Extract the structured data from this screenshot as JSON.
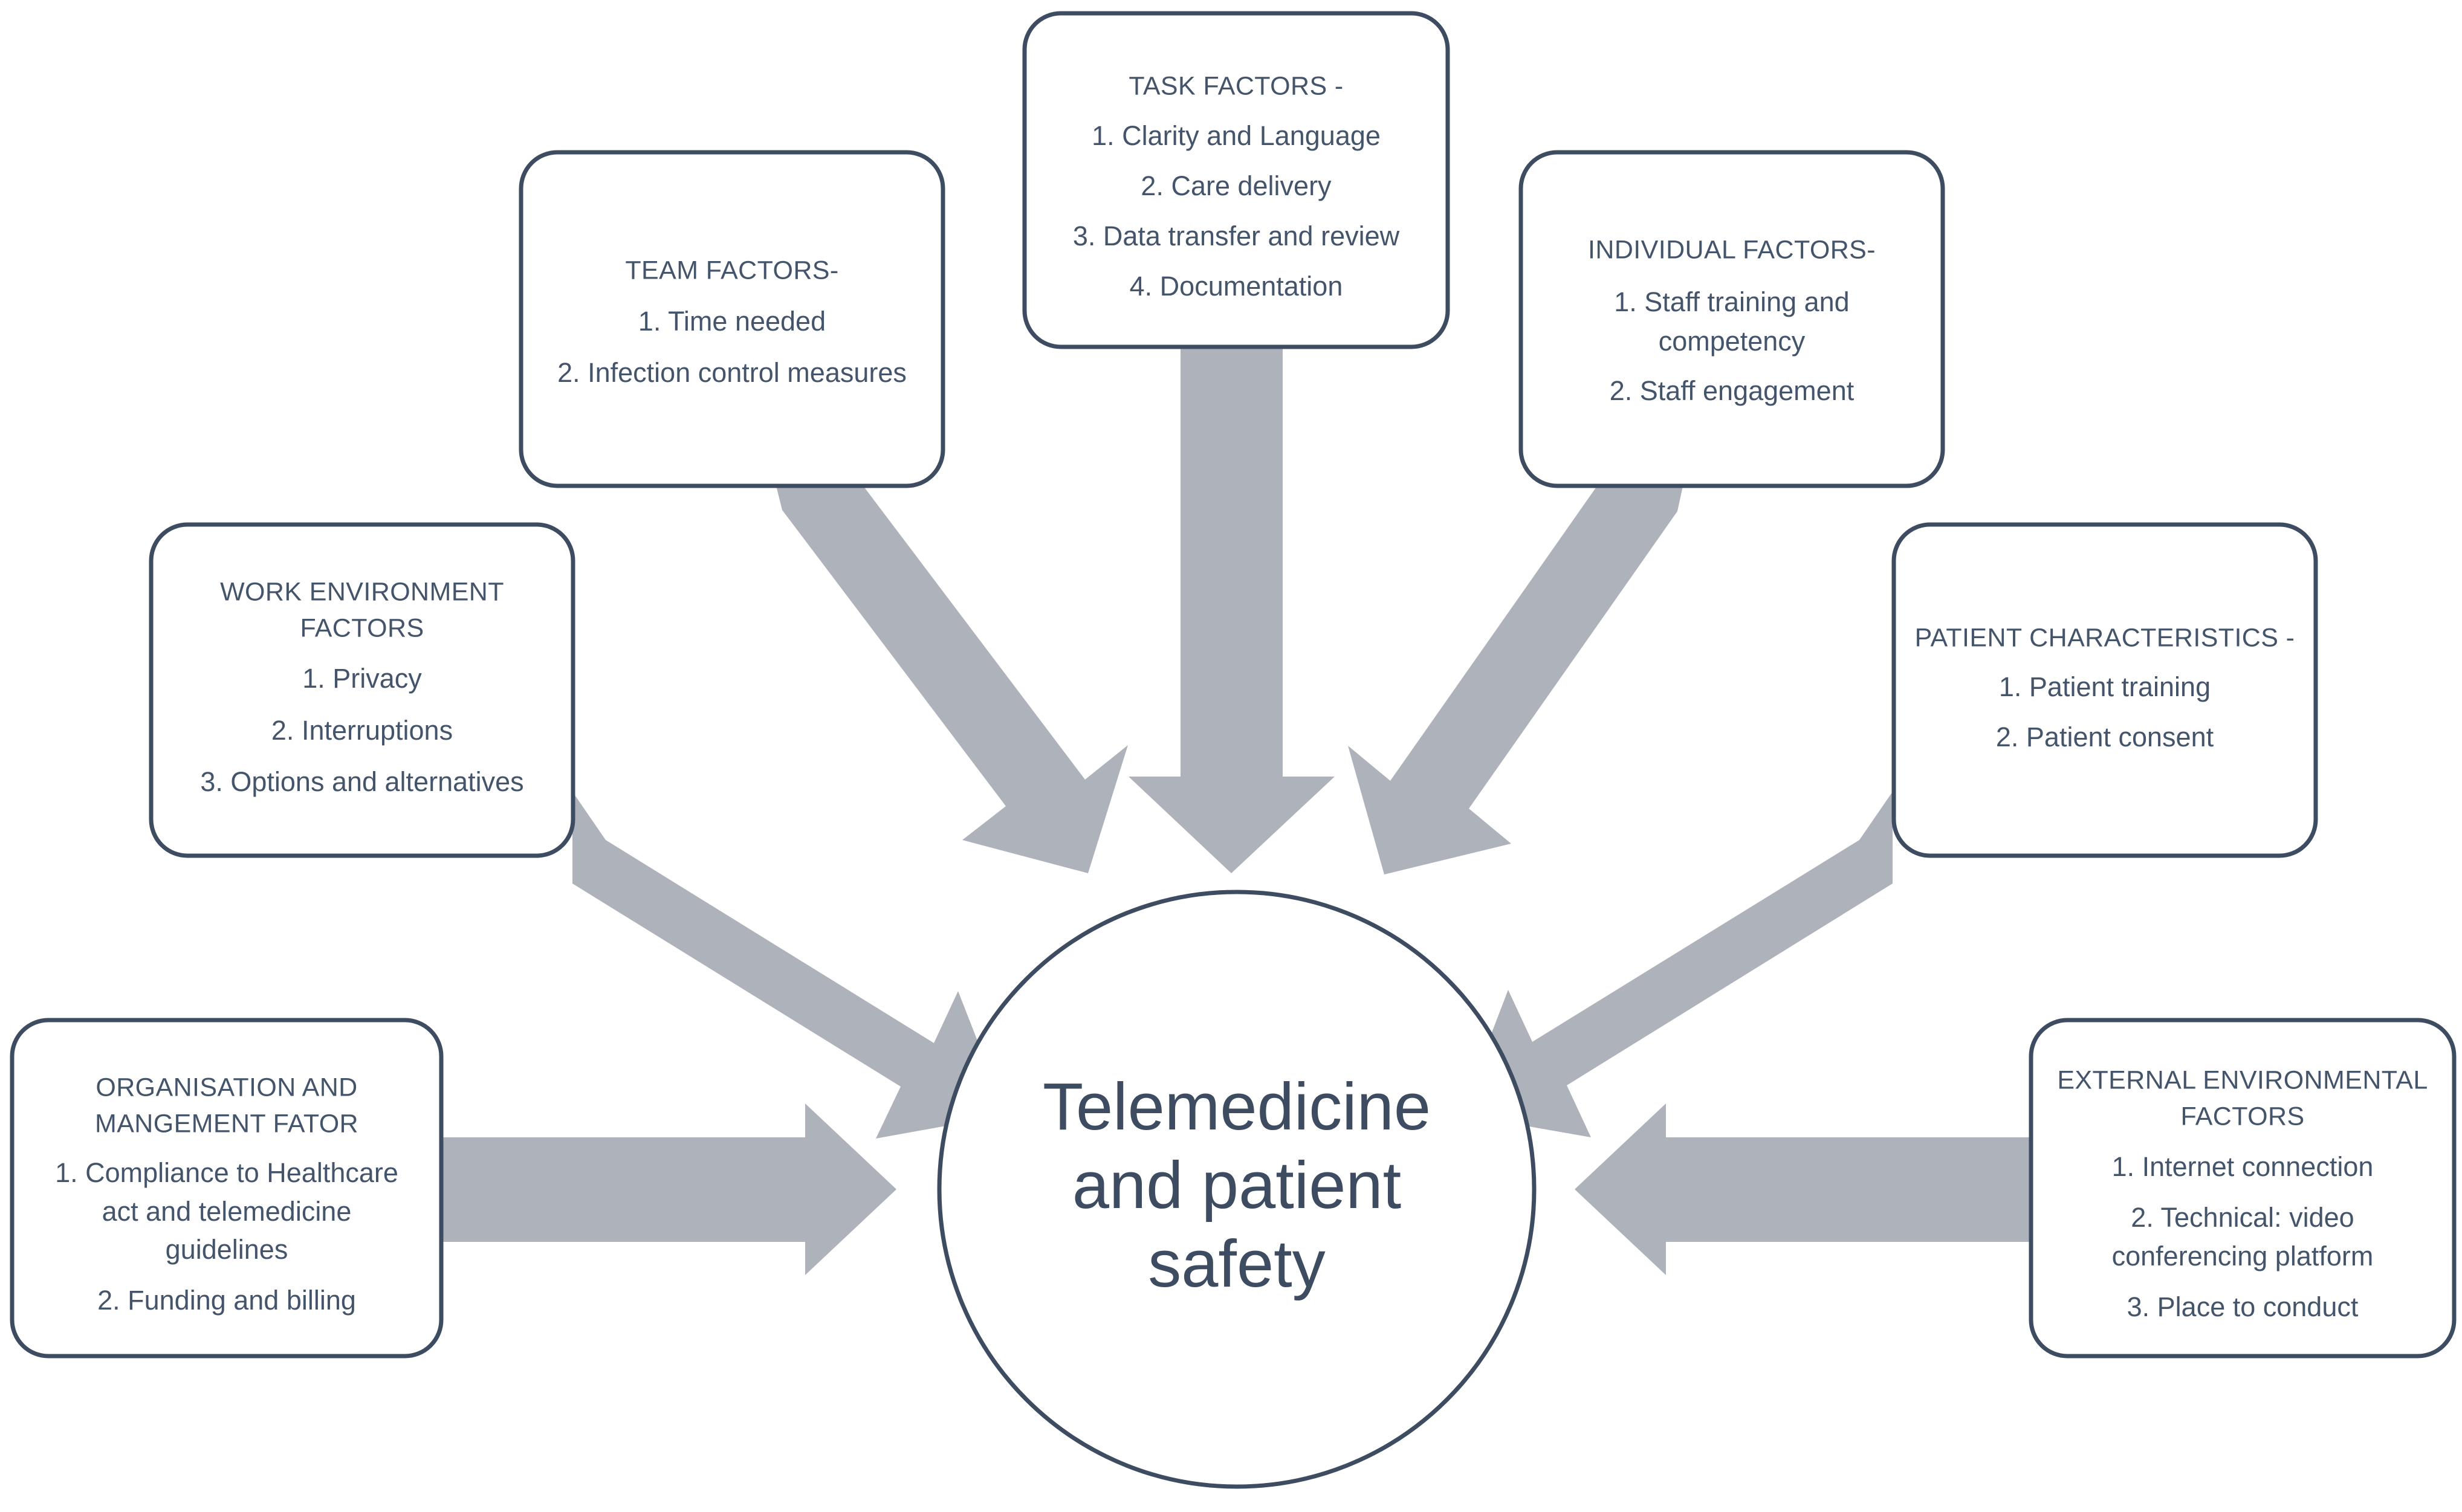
{
  "diagram": {
    "type": "sevips-style-factor-diagram",
    "title": "Telemedicine and patient safety contributing factors",
    "colors": {
      "box_border": "#3D4C61",
      "box_fill": "#FFFFFF",
      "arrow_fill": "#AEB2BB",
      "text": "#44546A",
      "center_text": "#3D4C61",
      "background": "#FFFFFF"
    },
    "center": {
      "label_lines": [
        "Telemedicine",
        "and patient",
        "safety"
      ],
      "shape": "circle"
    },
    "nodes": [
      {
        "id": "team-factors",
        "title": "TEAM FACTORS-",
        "items": [
          "1. Time needed",
          "2. Infection control measures"
        ]
      },
      {
        "id": "task-factors",
        "title": "TASK FACTORS -",
        "items": [
          "1. Clarity and Language",
          "2. Care delivery",
          "3. Data transfer and review",
          "4. Documentation"
        ]
      },
      {
        "id": "individual-factors",
        "title": "INDIVIDUAL FACTORS-",
        "items": [
          "1. Staff training and",
          "competency",
          "2. Staff engagement"
        ]
      },
      {
        "id": "work-environment-factors",
        "title_lines": [
          "WORK ENVIRONMENT",
          "FACTORS"
        ],
        "items": [
          "1. Privacy",
          "2. Interruptions",
          "3. Options and alternatives"
        ]
      },
      {
        "id": "patient-characteristics",
        "title": "PATIENT CHARACTERISTICS -",
        "items": [
          "1. Patient training",
          "2. Patient consent"
        ]
      },
      {
        "id": "organisation-and-management-factor",
        "title_lines": [
          "ORGANISATION AND",
          "MANGEMENT FATOR"
        ],
        "items": [
          "1. Compliance to Healthcare",
          "act and telemedicine",
          "guidelines",
          "2. Funding and billing"
        ]
      },
      {
        "id": "external-environmental-factors",
        "title_lines": [
          "EXTERNAL ENVIRONMENTAL",
          "FACTORS"
        ],
        "items": [
          "1. Internet connection",
          "2. Technical: video",
          "conferencing platform",
          "3. Place to conduct"
        ]
      }
    ],
    "arrows": [
      {
        "id": "arrow-team-to-center",
        "direction": "down-right"
      },
      {
        "id": "arrow-task-to-center",
        "direction": "down"
      },
      {
        "id": "arrow-individual-to-center",
        "direction": "down-left"
      },
      {
        "id": "arrow-work-environment-to-center",
        "direction": "down-right"
      },
      {
        "id": "arrow-patient-characteristics-to-center",
        "direction": "down-left"
      },
      {
        "id": "arrow-organisation-to-center",
        "direction": "right"
      },
      {
        "id": "arrow-external-environmental-to-center",
        "direction": "left"
      }
    ]
  },
  "text": {
    "team_title": "TEAM FACTORS-",
    "team_i1": "1. Time needed",
    "team_i2": "2. Infection control measures",
    "task_title": "TASK FACTORS -",
    "task_i1": "1. Clarity and Language",
    "task_i2": "2. Care delivery",
    "task_i3": "3. Data transfer and review",
    "task_i4": "4. Documentation",
    "individual_title": "INDIVIDUAL FACTORS-",
    "individual_i1a": "1. Staff training and",
    "individual_i1b": "competency",
    "individual_i2": "2. Staff engagement",
    "work_title_a": "WORK ENVIRONMENT",
    "work_title_b": "FACTORS",
    "work_i1": "1. Privacy",
    "work_i2": "2. Interruptions",
    "work_i3": "3. Options and alternatives",
    "patient_title": "PATIENT CHARACTERISTICS -",
    "patient_i1": "1. Patient training",
    "patient_i2": "2. Patient consent",
    "org_title_a": "ORGANISATION AND",
    "org_title_b": "MANGEMENT FATOR",
    "org_i1a": "1. Compliance to Healthcare",
    "org_i1b": "act and telemedicine",
    "org_i1c": "guidelines",
    "org_i2": "2. Funding and billing",
    "external_title_a": "EXTERNAL ENVIRONMENTAL",
    "external_title_b": "FACTORS",
    "external_i1": "1. Internet connection",
    "external_i2a": "2. Technical: video",
    "external_i2b": "conferencing platform",
    "external_i3": "3. Place to conduct",
    "center_l1": "Telemedicine",
    "center_l2": "and patient",
    "center_l3": "safety"
  }
}
